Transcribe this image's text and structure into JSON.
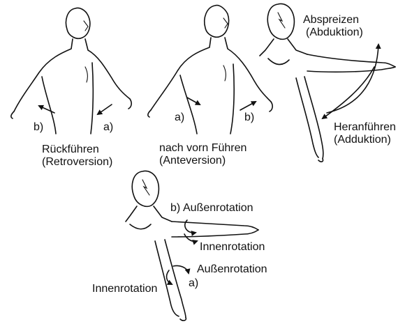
{
  "panels": {
    "retroversion": {
      "caption_line1": "Rückführen",
      "caption_line2": "(Retroversion)",
      "mark_b": "b)",
      "mark_a": "a)"
    },
    "anteversion": {
      "caption_line1": "nach vorn Führen",
      "caption_line2": "(Anteversion)",
      "mark_a": "a)",
      "mark_b": "b)"
    },
    "abduction": {
      "up_line1": "Abspreizen",
      "up_line2": "(Abduktion)",
      "down_line1": "Heranführen",
      "down_line2": "(Adduktion)"
    },
    "rotation": {
      "mark_b": "b)",
      "outer_b": "Außenrotation",
      "inner_b": "Innenrotation",
      "outer_a": "Außenrotation",
      "inner_a": "Innenrotation",
      "mark_a": "a)"
    }
  }
}
